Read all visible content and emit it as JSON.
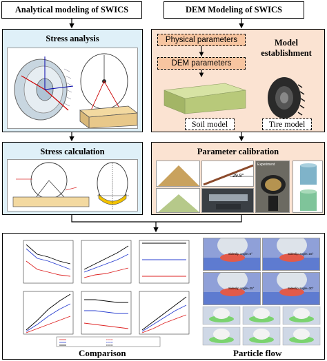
{
  "left": {
    "header": "Analytical modeling of SWICS",
    "stress_analysis": "Stress analysis",
    "stress_calculation": "Stress calculation"
  },
  "right": {
    "header": "DEM Modeling of SWICS",
    "physical_parameters": "Physical parameters",
    "dem_parameters": "DEM parameters",
    "model_establishment": "Model establishment",
    "soil_model": "Soil model",
    "tire_model": "Tire model",
    "parameter_calibration": "Parameter calibration",
    "angle_label": "29.8°",
    "experiment_label": "Experiment"
  },
  "bottom": {
    "comparison": "Comparison",
    "particle_flow": "Particle flow",
    "slip_labels": [
      "Sideslip angle=0°",
      "Sideslip angle=15°",
      "Sideslip angle=25°",
      "Sideslip angle=30°"
    ]
  },
  "colors": {
    "blue_panel": "#dff0f8",
    "orange_panel": "#fbe3d2",
    "orange_box": "#f7c5a0",
    "border": "#000000"
  }
}
